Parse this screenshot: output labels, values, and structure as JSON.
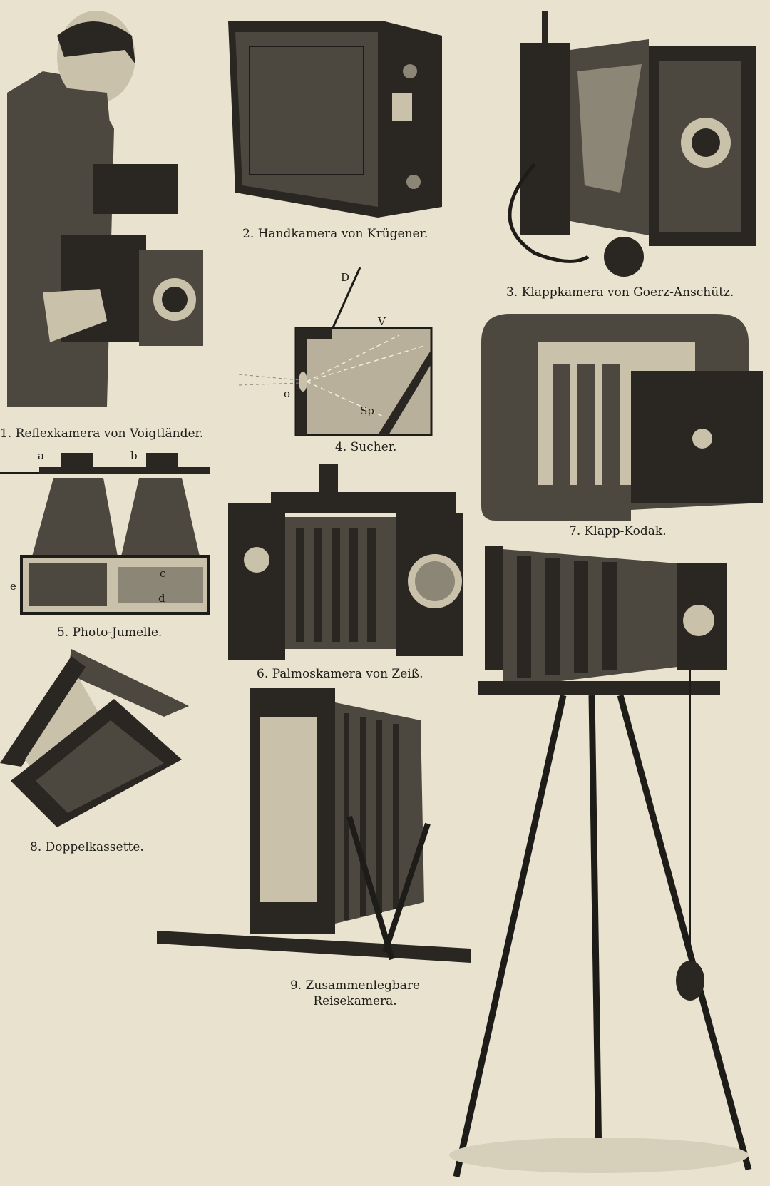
{
  "captions": {
    "fig1": "1. Reflexkamera von Voigtländer.",
    "fig2": "2. Handkamera von Krügener.",
    "fig3": "3. Klappkamera von Goerz-Anschütz.",
    "fig4": "4. Sucher.",
    "fig5": "5. Photo-Jumelle.",
    "fig6": "6. Palmoskamera von Zeiß.",
    "fig7": "7. Klapp-Kodak.",
    "fig8": "8. Doppelkassette.",
    "fig9_line1": "9. Zusammenlegbare",
    "fig9_line2": "Reisekamera."
  },
  "fig4_labels": {
    "d": "D",
    "v": "V",
    "o": "o",
    "sp": "Sp"
  },
  "fig5_labels": {
    "a": "a",
    "b": "b",
    "c": "c",
    "d": "d",
    "e": "e"
  },
  "colors": {
    "paper": "#e8e2cf",
    "ink": "#1e1c18"
  }
}
